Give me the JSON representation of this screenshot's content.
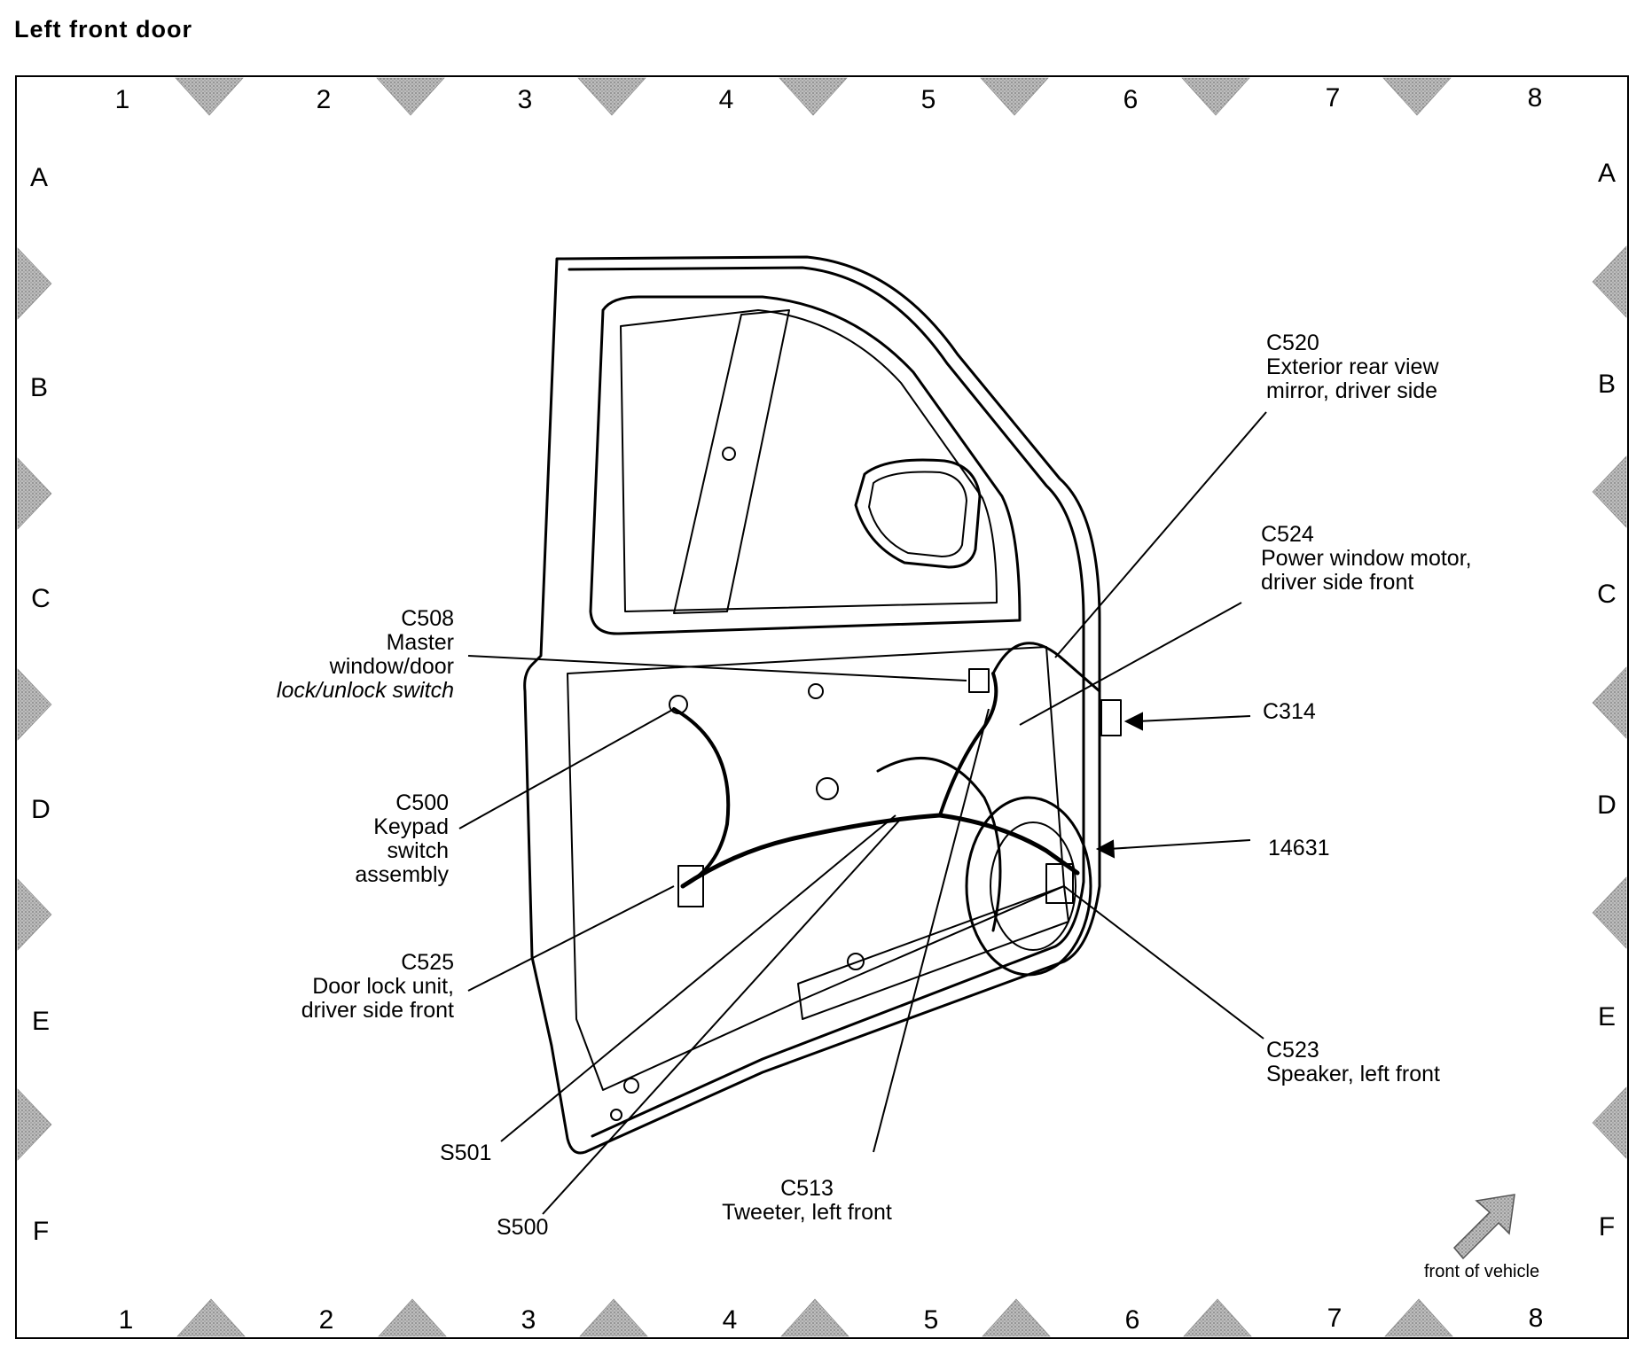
{
  "title": "Left front door",
  "grid": {
    "columns": [
      "1",
      "2",
      "3",
      "4",
      "5",
      "6",
      "7",
      "8"
    ],
    "rows": [
      "A",
      "B",
      "C",
      "D",
      "E",
      "F"
    ]
  },
  "callouts": {
    "c520": {
      "id": "C520",
      "lines": [
        "Exterior rear view",
        "mirror, driver side"
      ]
    },
    "c524": {
      "id": "C524",
      "lines": [
        "Power window motor,",
        "driver side front"
      ]
    },
    "c314": {
      "id": "C314"
    },
    "n14631": {
      "id": "14631"
    },
    "c523": {
      "id": "C523",
      "lines": [
        "Speaker, left front"
      ]
    },
    "c508": {
      "id": "C508",
      "lines": [
        "Master",
        "window/door",
        "lock/unlock switch"
      ]
    },
    "c500": {
      "id": "C500",
      "lines": [
        "Keypad",
        "switch",
        "assembly"
      ]
    },
    "c525": {
      "id": "C525",
      "lines": [
        "Door lock unit,",
        "driver side front"
      ]
    },
    "s501": {
      "id": "S501"
    },
    "s500": {
      "id": "S500"
    },
    "c513": {
      "id": "C513",
      "lines": [
        "Tweeter, left front"
      ]
    }
  },
  "front_of_vehicle": "front of vehicle"
}
